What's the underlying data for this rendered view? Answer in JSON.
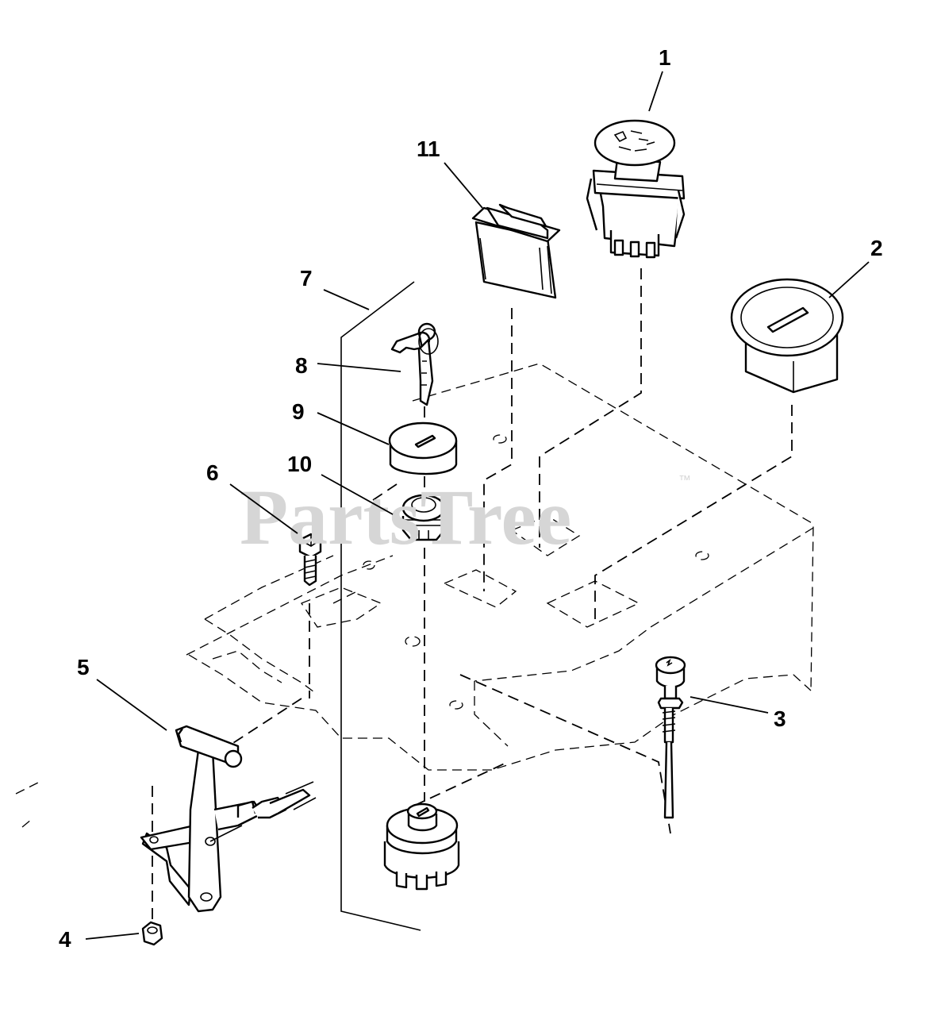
{
  "watermark": {
    "text": "PartsTree",
    "trademark": "™"
  },
  "callouts": [
    {
      "id": "1",
      "label": "1"
    },
    {
      "id": "2",
      "label": "2"
    },
    {
      "id": "3",
      "label": "3"
    },
    {
      "id": "4",
      "label": "4"
    },
    {
      "id": "5",
      "label": "5"
    },
    {
      "id": "6",
      "label": "6"
    },
    {
      "id": "7",
      "label": "7"
    },
    {
      "id": "8",
      "label": "8"
    },
    {
      "id": "9",
      "label": "9"
    },
    {
      "id": "10",
      "label": "10"
    },
    {
      "id": "11",
      "label": "11"
    }
  ],
  "colors": {
    "line": "#000000",
    "watermark": "#d6d6d6",
    "background": "#ffffff"
  }
}
